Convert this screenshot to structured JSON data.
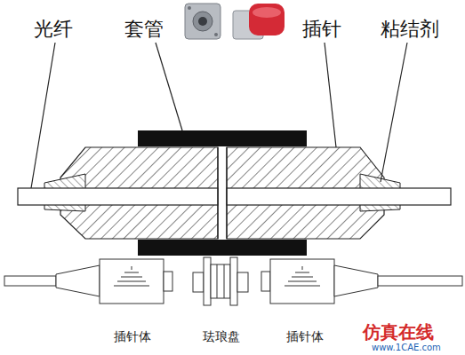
{
  "diagram": {
    "labels": [
      "光纤",
      "套管",
      "插针",
      "粘结剂",
      "插针体",
      "珐琅盘",
      "插针体",
      "仿真在线",
      "www.1CAE.com"
    ]
  }
}
